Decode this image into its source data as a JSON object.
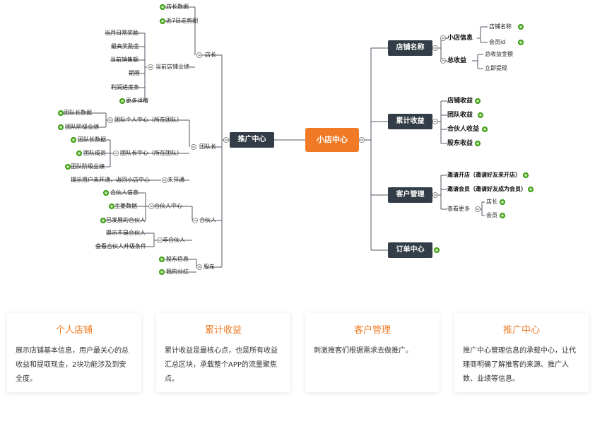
{
  "center": {
    "label": "小店中心"
  },
  "left": {
    "root": "推广中心",
    "dianzhang": {
      "label": "店长",
      "children": {
        "data": "店长数据",
        "trend": "近7日走势图",
        "perf": {
          "label": "当前店铺业绩",
          "children": [
            "当月日常奖励",
            "最高奖励金",
            "当前销售额",
            "期限",
            "利润进度条",
            "更多详情"
          ]
        }
      }
    },
    "tuanduizhang": {
      "label": "团队长",
      "personal": {
        "label": "团队个人中心（所在团队）",
        "children": [
          "团队长数据",
          "团队阶级业绩"
        ]
      },
      "leader": {
        "label": "团队长中心（所在团队）",
        "children": [
          "团队长数据",
          "团队成员",
          "团队阶级业绩"
        ]
      },
      "notopen": {
        "label": "未开通",
        "children": [
          "提示用户未开通，返回小店中心"
        ]
      }
    },
    "hehuoren": {
      "label": "合伙人",
      "center": {
        "label": "合伙人中心",
        "children": [
          "合伙人信息",
          "主要数据",
          "已发展的合伙人"
        ]
      },
      "non": {
        "label": "非合伙人",
        "children": [
          "提示不是合伙人",
          "查看合伙人升级条件"
        ]
      }
    },
    "gudong": {
      "label": "股东",
      "children": [
        "股东信息",
        "我的分红"
      ]
    }
  },
  "right": {
    "store": {
      "label": "店铺名称",
      "info": {
        "label": "小店信息",
        "children": [
          "店铺名称",
          "会员id"
        ]
      },
      "income": {
        "label": "总收益",
        "children": [
          "总收益金额",
          "立即提现"
        ]
      }
    },
    "earnings": {
      "label": "累计收益",
      "children": [
        "店铺收益",
        "团队收益",
        "合伙人收益",
        "股东收益"
      ]
    },
    "customer": {
      "label": "客户管理",
      "children": [
        "邀请开店（邀请好友来开店）",
        "邀请会员（邀请好友成为会员）"
      ],
      "more": {
        "label": "查看更多",
        "children": [
          "店长",
          "会员"
        ]
      }
    },
    "order": {
      "label": "订单中心"
    }
  },
  "cards": [
    {
      "title": "个人店铺",
      "desc": "展示店铺基本信息，用户最关心的总收益和提取现金，2块功能涉及到安全度。"
    },
    {
      "title": "累计收益",
      "desc": "累计收益是最核心点，也是所有收益汇总区块，承载整个APP的流量聚焦点。"
    },
    {
      "title": "客户管理",
      "desc": "刺激推客们根据需求去做推广。"
    },
    {
      "title": "推广中心",
      "desc": "推广中心管理信息的承载中心，让代理商明确了解推客的来源、推广人数、业绩等信息。"
    }
  ],
  "colors": {
    "accent": "#f07a25",
    "node": "#333d47",
    "plus": "#4caf1a"
  }
}
